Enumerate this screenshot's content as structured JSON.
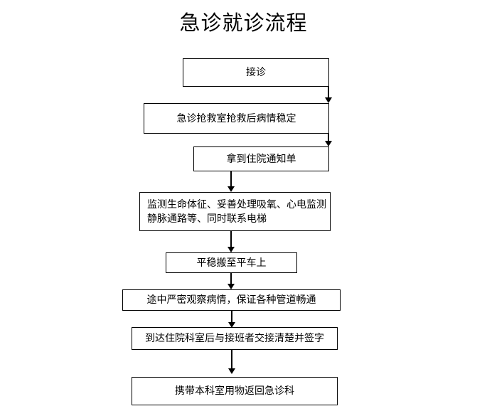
{
  "page": {
    "title": "急诊就诊流程",
    "background_color": "#ffffff",
    "stroke_color": "#000000",
    "text_color": "#000000"
  },
  "flowchart": {
    "type": "flowchart",
    "orientation": "top-to-bottom",
    "nodes": [
      {
        "id": "n1",
        "label": "接诊",
        "shape": "rectangle",
        "align": "center"
      },
      {
        "id": "n2",
        "label": "急诊抢救室抢救后病情稳定",
        "shape": "rectangle",
        "align": "center"
      },
      {
        "id": "n3",
        "label": "拿到住院通知单",
        "shape": "rectangle",
        "align": "center"
      },
      {
        "id": "n4",
        "label": "监测生命体征、妥善处理吸氧、心电监测\n静脉通路等、同时联系电梯",
        "shape": "rectangle",
        "align": "left"
      },
      {
        "id": "n5",
        "label": "平稳搬至平车上",
        "shape": "rectangle",
        "align": "center"
      },
      {
        "id": "n6",
        "label": "途中严密观察病情，保证各种管道畅通",
        "shape": "rectangle",
        "align": "center"
      },
      {
        "id": "n7",
        "label": "到达住院科室后与接班者交接清楚并签字",
        "shape": "rectangle",
        "align": "center"
      },
      {
        "id": "n8",
        "label": "携带本科室用物返回急诊科",
        "shape": "rectangle",
        "align": "center"
      }
    ],
    "edges": [
      {
        "from": "n1",
        "to": "n2",
        "arrow": "down"
      },
      {
        "from": "n2",
        "to": "n3",
        "arrow": "down"
      },
      {
        "from": "n3",
        "to": "n4",
        "arrow": "down"
      },
      {
        "from": "n4",
        "to": "n5",
        "arrow": "down"
      },
      {
        "from": "n5",
        "to": "n6",
        "arrow": "down"
      },
      {
        "from": "n6",
        "to": "n7",
        "arrow": "down"
      },
      {
        "from": "n7",
        "to": "n8",
        "arrow": "down"
      }
    ]
  }
}
